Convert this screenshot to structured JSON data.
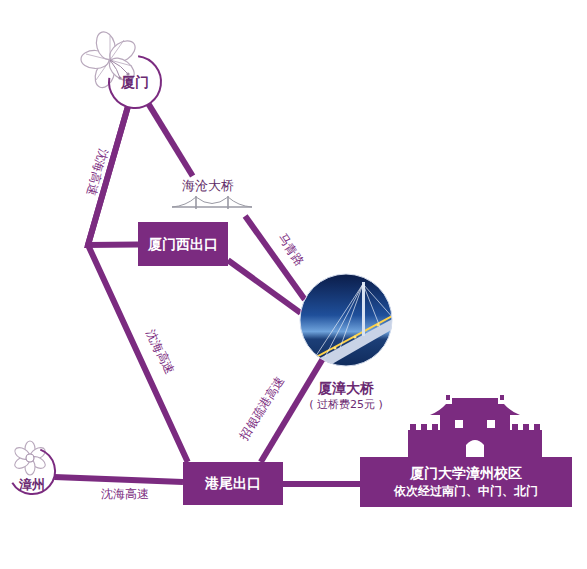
{
  "diagram": {
    "nodes": [
      {
        "text": [
          "厦门"
        ]
      },
      {
        "text": [
          "海沧大桥"
        ]
      },
      {
        "text": [
          "厦门西出口"
        ]
      },
      {
        "text": [
          "厦漳大桥",
          "( 过桥费25元 )"
        ]
      },
      {
        "text": [
          "漳州"
        ]
      },
      {
        "text": [
          "港尾出口"
        ]
      },
      {
        "text": [
          "厦门大学漳州校区",
          "依次经过南门、中门、北门"
        ]
      }
    ],
    "edges": [
      {
        "from": 0,
        "to": 2,
        "arrow": "none",
        "label": "沈海高速"
      },
      {
        "from": 0,
        "to": 5,
        "arrow": "none",
        "label": "沈海高速"
      },
      {
        "from": 0,
        "to": 1,
        "arrow": "none"
      },
      {
        "from": 1,
        "to": 3,
        "arrow": "none",
        "label": "马青路"
      },
      {
        "from": 2,
        "to": 3,
        "arrow": "none"
      },
      {
        "from": 5,
        "to": 3,
        "arrow": "none",
        "label": "招银疏港高速"
      },
      {
        "from": 4,
        "to": 5,
        "arrow": "none",
        "label": "沈海高速"
      },
      {
        "from": 5,
        "to": 6,
        "arrow": "none"
      }
    ]
  }
}
